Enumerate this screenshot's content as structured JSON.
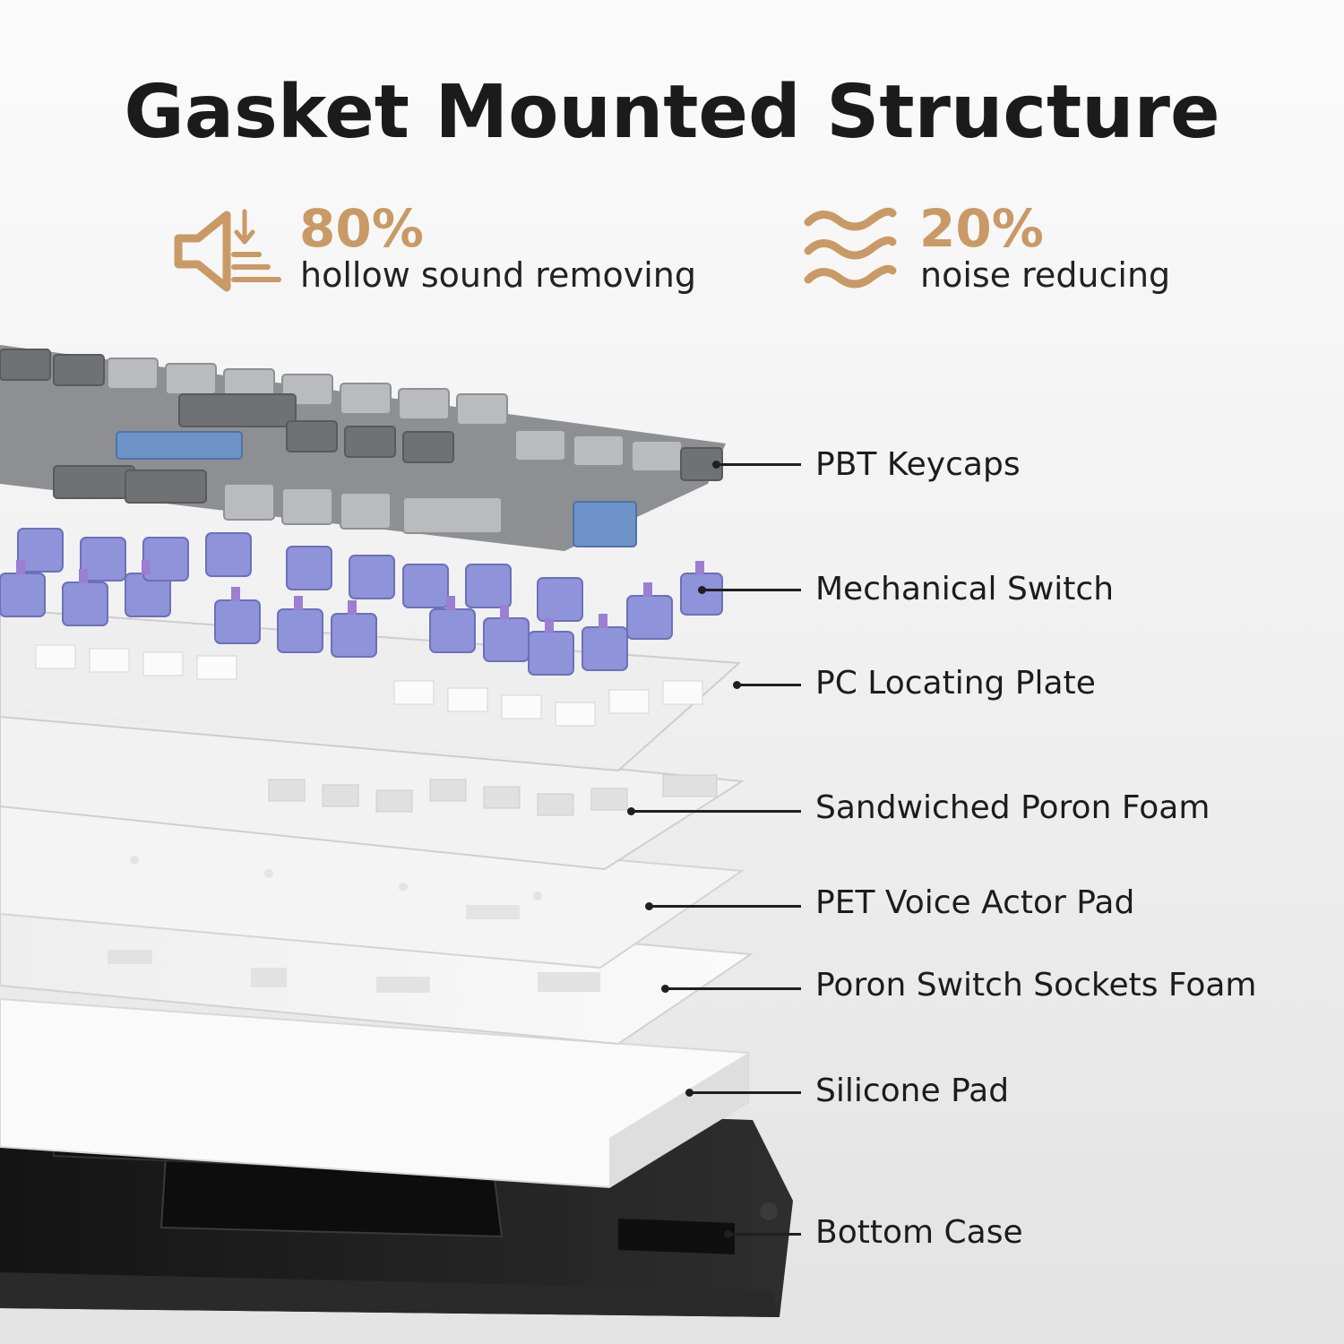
{
  "title": "Gasket Mounted Structure",
  "stats": [
    {
      "value": "80%",
      "label": "hollow sound removing",
      "icon": "speaker-sound-down-icon"
    },
    {
      "value": "20%",
      "label": "noise reducing",
      "icon": "waves-icon"
    }
  ],
  "layers": [
    {
      "label": "PBT Keycaps"
    },
    {
      "label": "Mechanical Switch"
    },
    {
      "label": "PC Locating Plate"
    },
    {
      "label": "Sandwiched Poron Foam"
    },
    {
      "label": "PET Voice Actor Pad"
    },
    {
      "label": "Poron Switch Sockets Foam"
    },
    {
      "label": "Silicone Pad"
    },
    {
      "label": "Bottom Case"
    }
  ],
  "colors": {
    "accent": "#c99a66",
    "keycap_dark": "#6f7174",
    "keycap_light": "#b9bbbe",
    "keycap_blue": "#6e93c9",
    "switch": "#8f93d9",
    "stem": "#9b7fd3",
    "case": "#1e1e1e"
  }
}
